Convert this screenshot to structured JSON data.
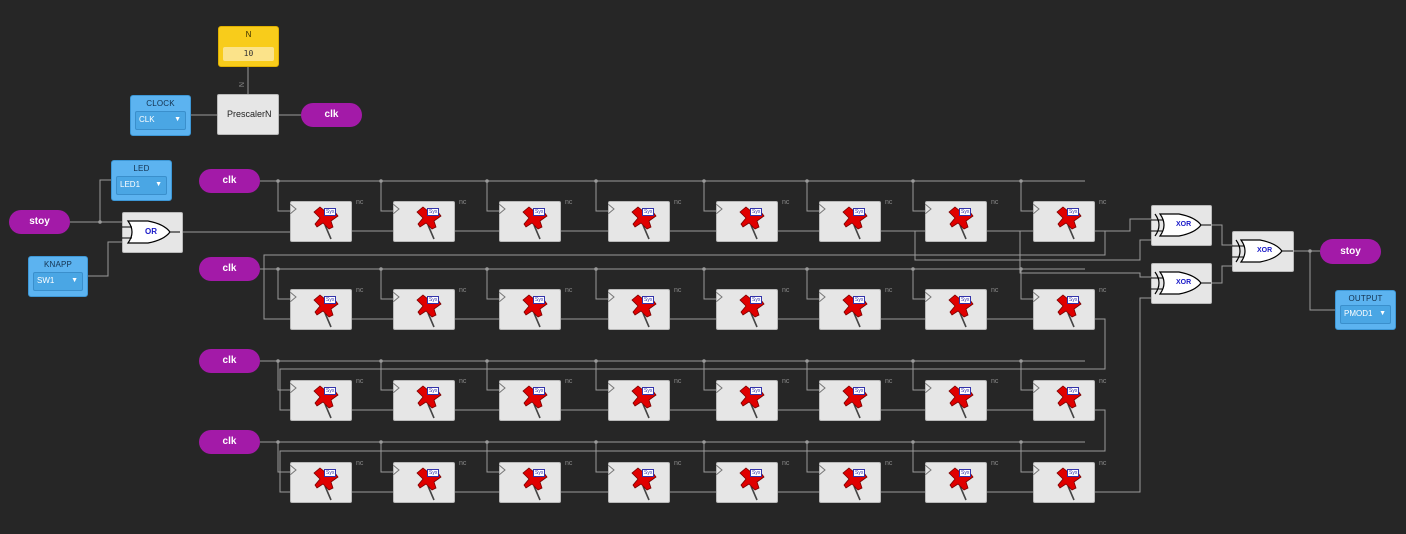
{
  "constant": {
    "title": "N",
    "value": "10"
  },
  "clock_input": {
    "title": "CLOCK",
    "selected": "CLK"
  },
  "prescaler": {
    "label": "PrescalerN",
    "param_label": "N"
  },
  "clk_label": "clk",
  "led": {
    "title": "LED",
    "selected": "LED1"
  },
  "knapp": {
    "title": "KNAPP",
    "selected": "SW1"
  },
  "stoy_label": "stoy",
  "or_label": "OR",
  "xor_label": "XOR",
  "syx_label": "Syx",
  "nc_label": "nc",
  "output": {
    "title": "OUTPUT",
    "selected": "PMOD1"
  },
  "colors": {
    "background": "#262626",
    "wire": "#9a9a9a",
    "io_block": "#5cb3f0",
    "label_pill": "#a31aa8",
    "constant": "#f8cc1b",
    "module": "#e6e6e6",
    "pin": "#e00000"
  },
  "grid": {
    "rows": 4,
    "columns": 8
  }
}
